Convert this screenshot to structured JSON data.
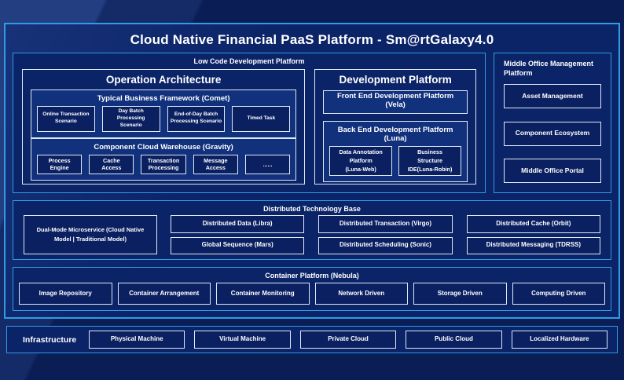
{
  "title": "Cloud Native Financial PaaS Platform - Sm@rtGalaxy4.0",
  "colors": {
    "page_background": "#0a1d55",
    "frame_background": "#0b2367",
    "panel_background": "#11317d",
    "box_background": "#0a2061",
    "accent_border": "#2f9ce8",
    "box_border": "#dfe9f8",
    "text": "#ffffff"
  },
  "low_code": {
    "title": "Low Code Development Platform",
    "operation": {
      "title": "Operation Architecture",
      "comet": {
        "title": "Typical Business Framework (Comet)",
        "items": [
          "Online Transaction\nScenario",
          "Day Batch Processing\nScenario",
          "End-of-Day Batch\nProcessing Scenario",
          "Timed Task"
        ]
      },
      "gravity": {
        "title": "Component Cloud Warehouse (Gravity)",
        "items": [
          "Process\nEngine",
          "Cache\nAccess",
          "Transaction\nProcessing",
          "Message\nAccess",
          "......"
        ]
      }
    },
    "development": {
      "title": "Development Platform",
      "front_end": "Front End Development Platform (Vela)",
      "back_end": {
        "title": "Back End Development Platform (Luna)",
        "items": [
          "Data Annotation\nPlatform\n(Luna-Web)",
          "Business\nStructure\nIDE(Luna-Robin)"
        ]
      }
    }
  },
  "middle_office": {
    "title": "Middle Office Management Platform",
    "items": [
      "Asset Management",
      "Component Ecosystem",
      "Middle Office Portal"
    ]
  },
  "distributed": {
    "title": "Distributed Technology Base",
    "dual_mode": "Dual-Mode Microservice (Cloud Native Model | Traditional Model)",
    "grid": [
      [
        "Distributed Data (Libra)",
        "Distributed Transaction (Virgo)",
        "Distributed Cache (Orbit)"
      ],
      [
        "Global Sequence (Mars)",
        "Distributed Scheduling (Sonic)",
        "Distributed Messaging (TDRSS)"
      ]
    ]
  },
  "container": {
    "title": "Container Platform (Nebula)",
    "items": [
      "Image Repository",
      "Container Arrangement",
      "Container Monitoring",
      "Network Driven",
      "Storage Driven",
      "Computing Driven"
    ]
  },
  "infrastructure": {
    "label": "Infrastructure",
    "items": [
      "Physical Machine",
      "Virtual Machine",
      "Private Cloud",
      "Public Cloud",
      "Localized Hardware"
    ]
  }
}
